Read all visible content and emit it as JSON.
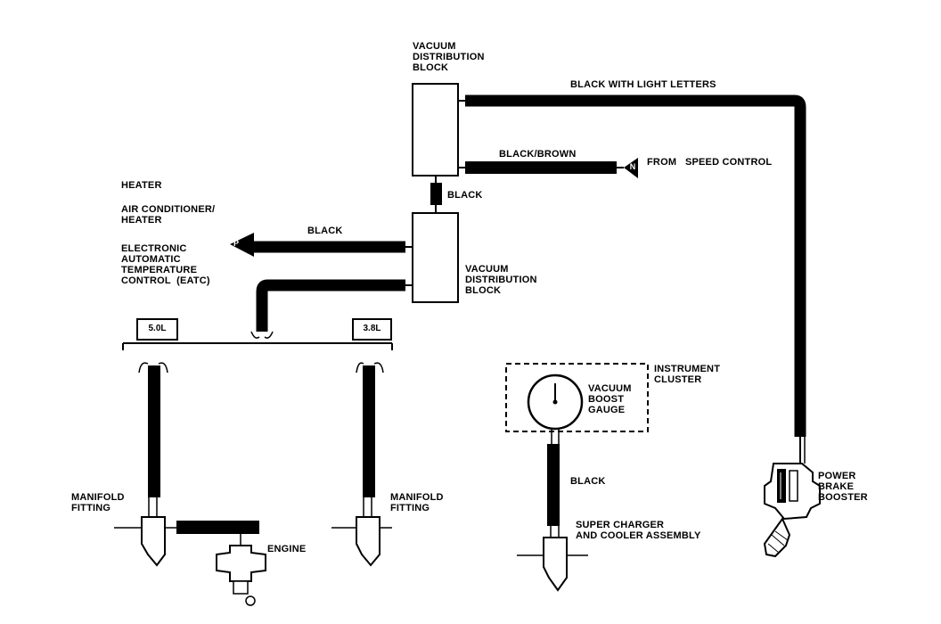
{
  "labels": {
    "vdb_top": "VACUUM\nDISTRIBUTION\nBLOCK",
    "black_light": "BLACK WITH LIGHT LETTERS",
    "black_brown": "BLACK/BROWN",
    "from_speed": "FROM   SPEED CONTROL",
    "black_mid": "BLACK",
    "heater": "HEATER",
    "ac_heater": "AIR CONDITIONER/\nHEATER",
    "eatc": "ELECTRONIC\nAUTOMATIC\nTEMPERATURE\nCONTROL  (EATC)",
    "black_left": "BLACK",
    "vdb_bottom": "VACUUM\nDISTRIBUTION\nBLOCK",
    "engine_50": "5.0L",
    "engine_38": "3.8L",
    "instrument_cluster": "INSTRUMENT\nCLUSTER",
    "vacuum_boost_gauge": "VACUUM\nBOOST\nGAUGE",
    "black_gauge": "BLACK",
    "manifold_left": "MANIFOLD\nFITTING",
    "manifold_right": "MANIFOLD\nFITTING",
    "engine": "ENGINE",
    "supercharger": "SUPER CHARGER\nAND COOLER ASSEMBLY",
    "power_brake": "POWER\nBRAKE\nBOOSTER",
    "marker_p": "P",
    "marker_n": "N"
  }
}
